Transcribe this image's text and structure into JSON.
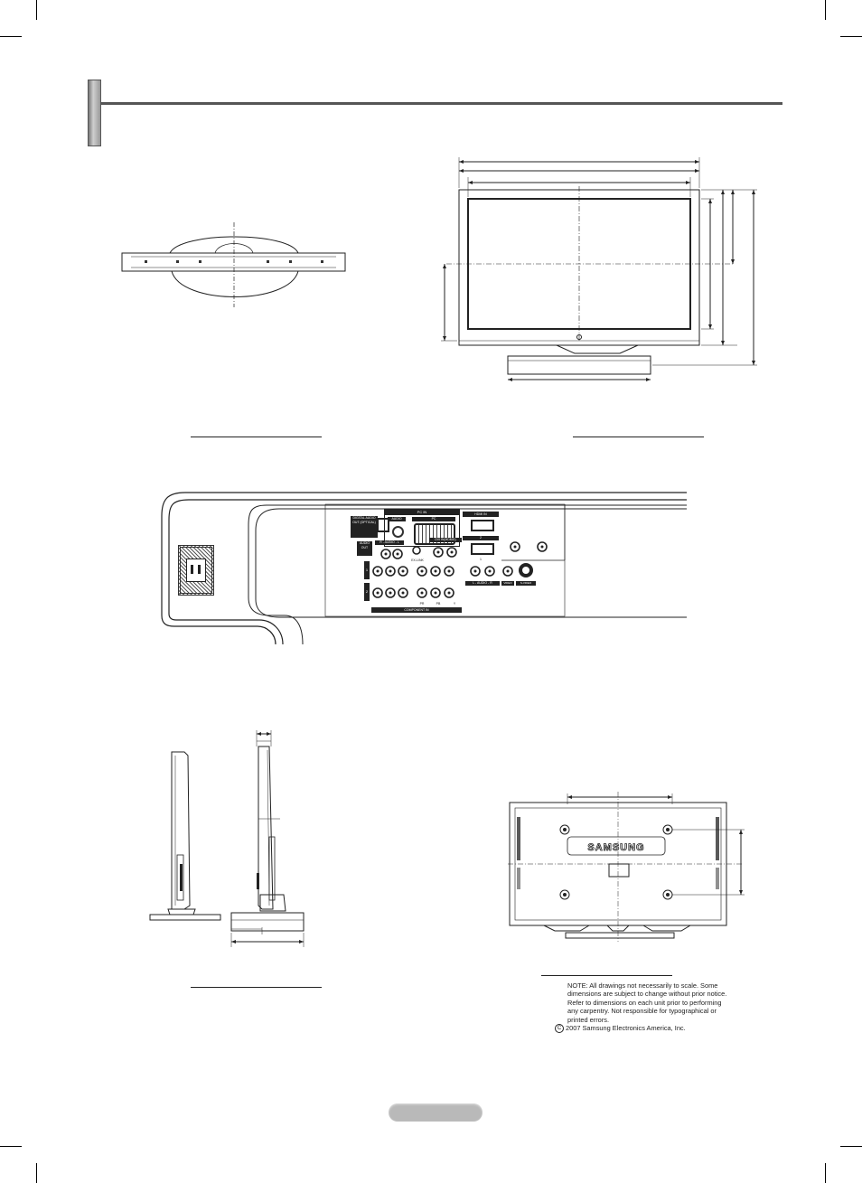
{
  "header": {
    "accent_color": "#555555"
  },
  "note": {
    "lines": [
      "NOTE:  All drawings not necessarily to scale.  Some",
      "dimensions are subject to change without prior notice.",
      "Refer to dimensions on each unit prior to performing",
      "any carpentry.  Not responsible for typographical or",
      "printed errors."
    ],
    "copyright_symbol": "C",
    "copyright": "2007 Samsung Electronics America, Inc."
  },
  "rear_panel": {
    "labels": {
      "pc_in": "PC IN",
      "audio": "AUDIO",
      "pc": "PC",
      "hdmi_in": "HDMI IN",
      "hdmi_1": "1",
      "hdmi_2": "2",
      "optical": "DIGITAL AUDIO OUT (OPTICAL)",
      "audio_out": "AUDIO OUT",
      "ex_link": "EX-LINK",
      "dvi_in": "DVI IN(HDMI1)",
      "audio_r_l": "R - AUDIO - L",
      "av_in_1": "1",
      "av_in_2": "2",
      "component_in": "COMPONENT IN",
      "video": "VIDEO",
      "s_video": "S-VIDEO",
      "audio_l_r": "L - AUDIO - R",
      "pr": "PR",
      "pb": "PB",
      "y": "Y"
    }
  },
  "back_view": {
    "logo": "SAMSUNG"
  }
}
